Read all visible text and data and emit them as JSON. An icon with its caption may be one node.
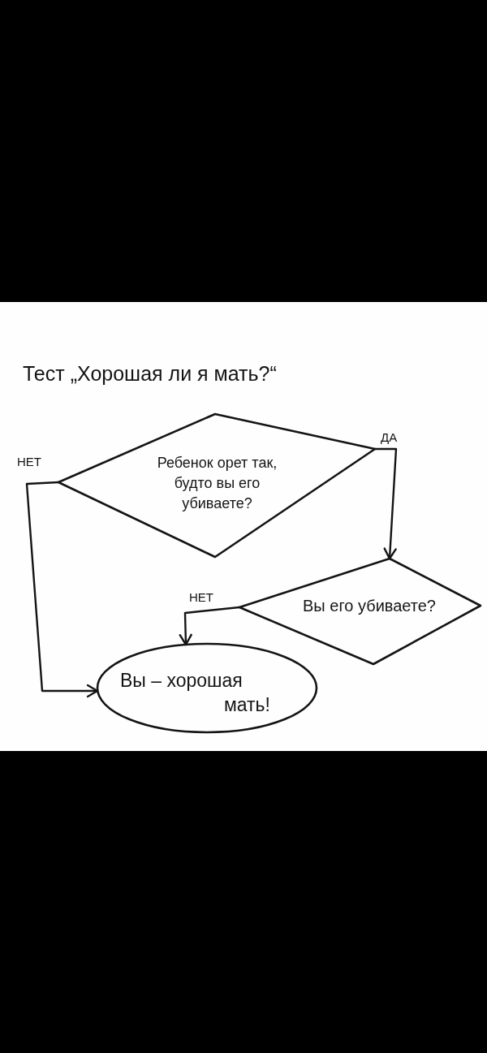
{
  "diagram": {
    "title": "Тест „Хорошая ли я мать?“",
    "nodes": [
      {
        "text": [
          "Ребенок орет так, будто вы его убиваете?"
        ]
      },
      {
        "text": [
          "Вы его убиваете?"
        ]
      },
      {
        "text": [
          "Вы – хорошая мать!"
        ]
      }
    ],
    "edges": [
      {
        "from": 0,
        "to": 2,
        "arrow": "to",
        "label": "НЕТ"
      },
      {
        "from": 0,
        "to": 1,
        "arrow": "to",
        "label": "ДА"
      },
      {
        "from": 1,
        "to": 2,
        "arrow": "to",
        "label": "НЕТ"
      }
    ]
  }
}
